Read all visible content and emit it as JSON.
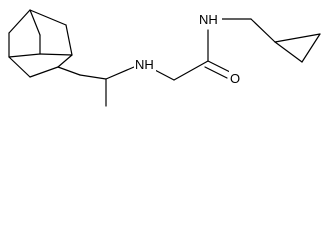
{
  "molecule": {
    "atoms": [
      {
        "id": "N_amine",
        "symbol": "N",
        "label": "NH"
      },
      {
        "id": "N_amide",
        "symbol": "N",
        "label": "NH"
      },
      {
        "id": "O_carbonyl",
        "symbol": "O",
        "label": "O"
      }
    ],
    "colors": {
      "bond": "#000000",
      "label": "#000000",
      "background": "#ffffff"
    }
  }
}
